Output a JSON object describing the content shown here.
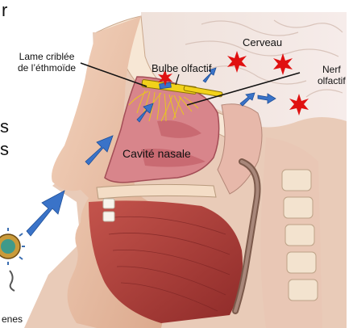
{
  "labels": {
    "lame_criblee_line1": "Lame criblée",
    "lame_criblee_line2": "de l’éthmoïde",
    "bulbe": "Bulbe olfactif",
    "cerveau": "Cerveau",
    "nerf_line1": "Nerf",
    "nerf_line2": "olfactif",
    "cavite": "Cavité nasale"
  },
  "cropped_text": {
    "top_left": "r",
    "mid_left_1": "s",
    "mid_left_2": "s",
    "bottom_left": "enes"
  },
  "colors": {
    "arrow_blue": "#3a73c8",
    "star_red": "#e01010",
    "bulb_yellow": "#f2d21a",
    "nerve_yellow": "#e8c520",
    "background": "#ffffff"
  }
}
